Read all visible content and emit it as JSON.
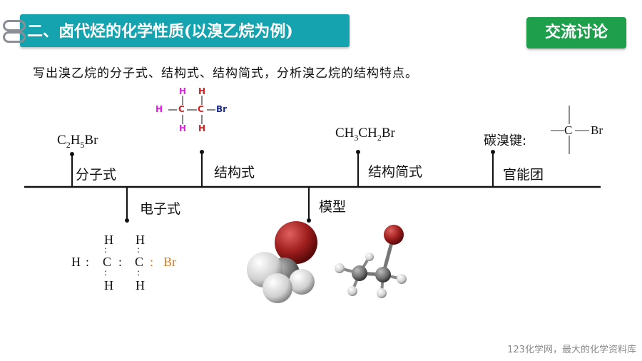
{
  "header": {
    "title": "二、卤代烃的化学性质(以溴乙烷为例)",
    "discuss_button": "交流讨论"
  },
  "prompt": "写出溴乙烷的分子式、结构式、结构简式，分析溴乙烷的结构特点。",
  "timeline": {
    "molecular_formula": {
      "label": "分子式",
      "parts": [
        "C",
        "2",
        "H",
        "5",
        "Br"
      ]
    },
    "structural_formula": {
      "label": "结构式",
      "atoms": {
        "H": "H",
        "C": "C",
        "Br": "Br"
      }
    },
    "electronic_formula": {
      "label": "电子式",
      "atoms": {
        "H": "H",
        "C": "C",
        "Br": "Br",
        "sep": ":"
      }
    },
    "condensed_formula": {
      "label": "结构简式",
      "parts": [
        "CH",
        "3",
        "CH",
        "2",
        "Br"
      ]
    },
    "model": {
      "label": "模型"
    },
    "functional_group": {
      "label": "官能团",
      "prefix": "碳溴键:",
      "C": "C",
      "Br": "Br"
    }
  },
  "colors": {
    "title_bg": "#16a3b0",
    "discuss_bg": "#1e9f4b",
    "hydrogen_magenta": "#e020e0",
    "carbon_red": "#d02020",
    "bromine_navy": "#1a2a8a",
    "bromine_orange": "#e07820",
    "bromine_ball": "#9e1e1e"
  },
  "footer": "123化学网，最大的化学资料库"
}
